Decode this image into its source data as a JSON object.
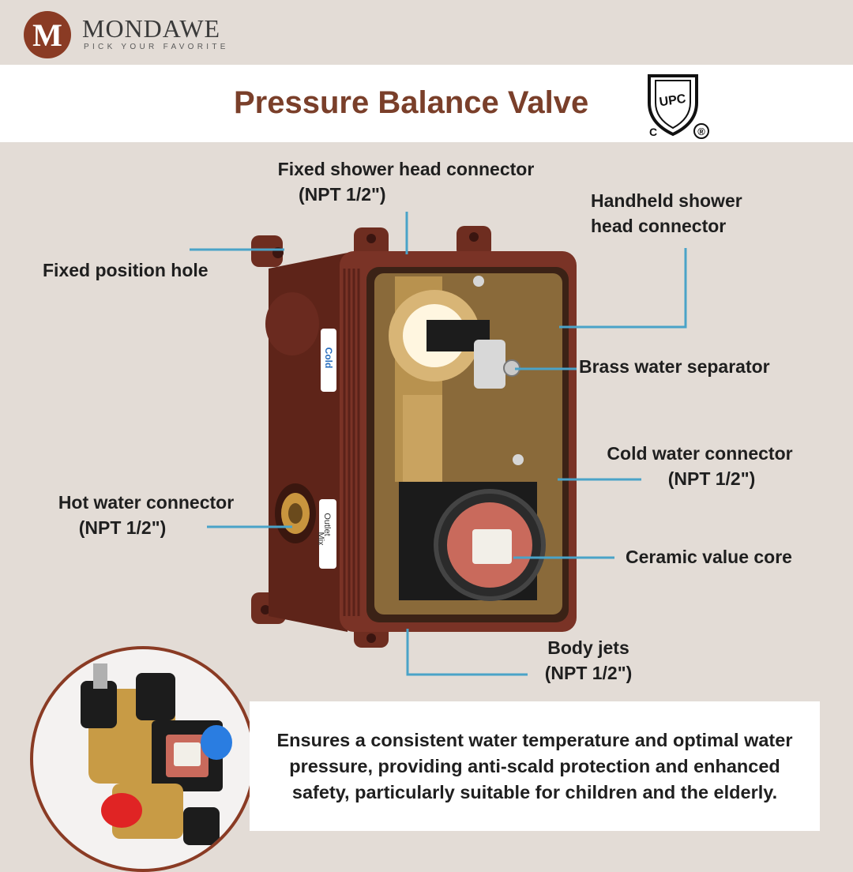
{
  "brand": {
    "name": "MONDAWE",
    "tagline": "PICK YOUR FAVORITE",
    "logo_letter": "M"
  },
  "title": "Pressure Balance Valve",
  "certification": {
    "mark": "UPC",
    "c": "C",
    "registered": "®"
  },
  "labels": {
    "fixed_shower_head": {
      "line1": "Fixed shower head connector",
      "line2": "(NPT 1/2\")"
    },
    "handheld_shower_head": {
      "line1": "Handheld shower",
      "line2": "head connector"
    },
    "fixed_position_hole": "Fixed position hole",
    "brass_separator": "Brass water separator",
    "cold_water": {
      "line1": "Cold water connector",
      "line2": "(NPT 1/2\")"
    },
    "hot_water": {
      "line1": "Hot water connector",
      "line2": "(NPT 1/2\")"
    },
    "ceramic_core": "Ceramic value core",
    "body_jets": {
      "line1": "Body jets",
      "line2": "(NPT 1/2\")"
    }
  },
  "valve_stickers": {
    "cold": "Cold",
    "outlet": "Outlet",
    "mix": "Mix"
  },
  "description": "Ensures a consistent water temperature and optimal water pressure, providing anti-scald protection and enhanced safety, particularly suitable for children and the elderly.",
  "colors": {
    "background": "#e3dcd6",
    "brand": "#8a3b24",
    "title": "#7a3f2a",
    "leader_line": "#4aa3c8"
  }
}
